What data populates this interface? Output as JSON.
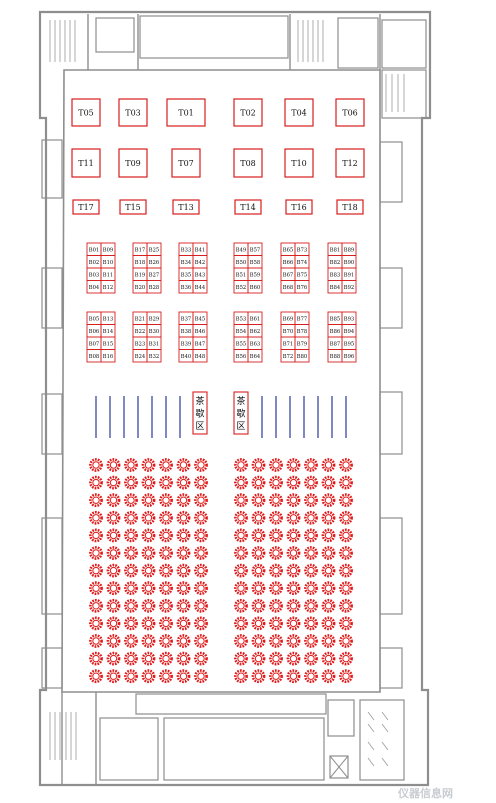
{
  "colors": {
    "wall": "#8e8e8e",
    "booth": "#d81e1e",
    "divider": "#2a3a9a",
    "seat": "#e01a1a",
    "text": "#111111"
  },
  "t_booths": [
    [
      "T05",
      "T03",
      "T01",
      "T02",
      "T04",
      "T06"
    ],
    [
      "T11",
      "T09",
      "T07",
      "T08",
      "T10",
      "T12"
    ],
    [
      "T17",
      "T15",
      "T13",
      "T14",
      "T16",
      "T18"
    ]
  ],
  "b_blocks_upper": [
    [
      [
        "B01",
        "B09"
      ],
      [
        "B02",
        "B10"
      ],
      [
        "B03",
        "B11"
      ],
      [
        "B04",
        "B12"
      ]
    ],
    [
      [
        "B17",
        "B25"
      ],
      [
        "B18",
        "B26"
      ],
      [
        "B19",
        "B27"
      ],
      [
        "B20",
        "B28"
      ]
    ],
    [
      [
        "B33",
        "B41"
      ],
      [
        "B34",
        "B42"
      ],
      [
        "B35",
        "B43"
      ],
      [
        "B36",
        "B44"
      ]
    ],
    [
      [
        "B49",
        "B57"
      ],
      [
        "B50",
        "B58"
      ],
      [
        "B51",
        "B59"
      ],
      [
        "B52",
        "B60"
      ]
    ],
    [
      [
        "B65",
        "B73"
      ],
      [
        "B66",
        "B74"
      ],
      [
        "B67",
        "B75"
      ],
      [
        "B68",
        "B76"
      ]
    ],
    [
      [
        "B81",
        "B89"
      ],
      [
        "B82",
        "B90"
      ],
      [
        "B83",
        "B91"
      ],
      [
        "B84",
        "B92"
      ]
    ]
  ],
  "b_blocks_lower": [
    [
      [
        "B05",
        "B13"
      ],
      [
        "B06",
        "B14"
      ],
      [
        "B07",
        "B15"
      ],
      [
        "B08",
        "B16"
      ]
    ],
    [
      [
        "B21",
        "B29"
      ],
      [
        "B22",
        "B30"
      ],
      [
        "B23",
        "B31"
      ],
      [
        "B24",
        "B32"
      ]
    ],
    [
      [
        "B37",
        "B45"
      ],
      [
        "B38",
        "B46"
      ],
      [
        "B39",
        "B47"
      ],
      [
        "B40",
        "B48"
      ]
    ],
    [
      [
        "B53",
        "B61"
      ],
      [
        "B54",
        "B62"
      ],
      [
        "B55",
        "B63"
      ],
      [
        "B56",
        "B64"
      ]
    ],
    [
      [
        "B69",
        "B77"
      ],
      [
        "B70",
        "B78"
      ],
      [
        "B71",
        "B79"
      ],
      [
        "B72",
        "B80"
      ]
    ],
    [
      [
        "B85",
        "B93"
      ],
      [
        "B86",
        "B94"
      ],
      [
        "B87",
        "B95"
      ],
      [
        "B88",
        "B96"
      ]
    ]
  ],
  "tea_areas": [
    [
      "茶",
      "歇",
      "区"
    ],
    [
      "茶",
      "歇",
      "区"
    ]
  ],
  "seating": {
    "rows": 13,
    "cols_per_side": 7
  },
  "watermark": "仪器信息网"
}
